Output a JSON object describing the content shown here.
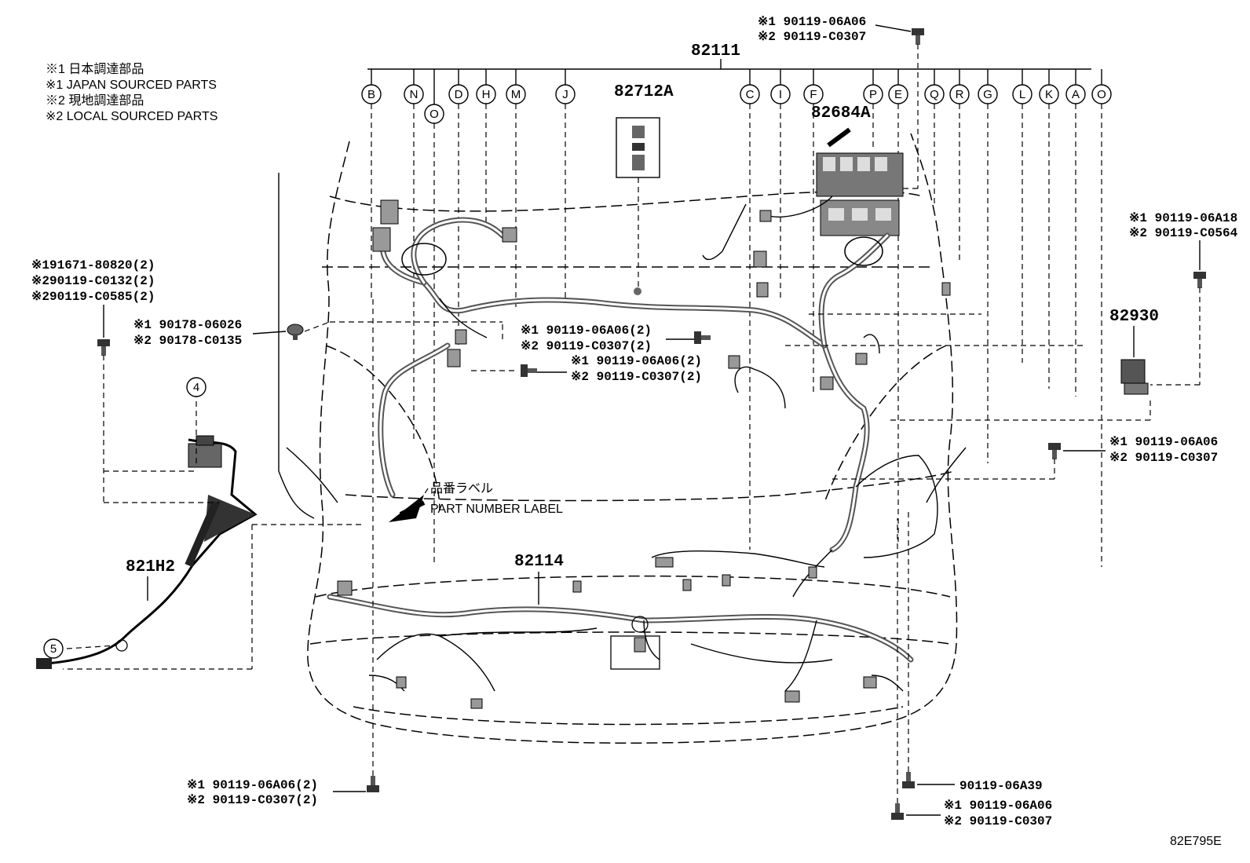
{
  "legend": {
    "line1": "※1 日本調達部品",
    "line2": "※1 JAPAN SOURCED PARTS",
    "line3": "※2 現地調達部品",
    "line4": "※2 LOCAL SOURCED PARTS"
  },
  "parts": {
    "main_harness": "82111",
    "fuse_label": "82712A",
    "relay_block": "82684A",
    "bracket_82930": "82930",
    "cable_821H2": "821H2",
    "harness_82114": "82114",
    "diagram_code": "82E795E"
  },
  "part_number_label": {
    "ja": "品番ラベル",
    "en": "PART NUMBER LABEL"
  },
  "callouts": [
    {
      "id": "c_B",
      "letter": "B"
    },
    {
      "id": "c_N",
      "letter": "N"
    },
    {
      "id": "c_O1",
      "letter": "O"
    },
    {
      "id": "c_D",
      "letter": "D"
    },
    {
      "id": "c_H",
      "letter": "H"
    },
    {
      "id": "c_M",
      "letter": "M"
    },
    {
      "id": "c_J",
      "letter": "J"
    },
    {
      "id": "c_C",
      "letter": "C"
    },
    {
      "id": "c_I",
      "letter": "I"
    },
    {
      "id": "c_F",
      "letter": "F"
    },
    {
      "id": "c_P",
      "letter": "P"
    },
    {
      "id": "c_E",
      "letter": "E"
    },
    {
      "id": "c_Q",
      "letter": "Q"
    },
    {
      "id": "c_R",
      "letter": "R"
    },
    {
      "id": "c_G",
      "letter": "G"
    },
    {
      "id": "c_L",
      "letter": "L"
    },
    {
      "id": "c_K",
      "letter": "K"
    },
    {
      "id": "c_A",
      "letter": "A"
    },
    {
      "id": "c_O2",
      "letter": "O"
    },
    {
      "id": "c_4",
      "letter": "4"
    },
    {
      "id": "c_5",
      "letter": "5"
    }
  ],
  "fasteners": {
    "top_bolt": {
      "l1": "※1 90119-06A06",
      "l2": "※2 90119-C0307"
    },
    "right_bolt_a": {
      "l1": "※1 90119-06A18",
      "l2": "※2 90119-C0564"
    },
    "left_bolt": {
      "l1": "※191671-80820(2)",
      "l2": "※290119-C0132(2)",
      "l3": "※290119-C0585(2)"
    },
    "clip": {
      "l1": "※1 90178-06026",
      "l2": "※2 90178-C0135"
    },
    "center_bolt_1": {
      "l1": "※1 90119-06A06(2)",
      "l2": "※2 90119-C0307(2)"
    },
    "center_bolt_2": {
      "l1": "※1 90119-06A06(2)",
      "l2": "※2 90119-C0307(2)"
    },
    "right_bolt_b": {
      "l1": "※1 90119-06A06",
      "l2": "※2 90119-C0307"
    },
    "bottom_left_bolt": {
      "l1": "※1 90119-06A06(2)",
      "l2": "※2 90119-C0307(2)"
    },
    "bottom_right_bolt_a": {
      "l1": "90119-06A39"
    },
    "bottom_right_bolt_b": {
      "l1": "※1 90119-06A06",
      "l2": "※2 90119-C0307"
    }
  }
}
